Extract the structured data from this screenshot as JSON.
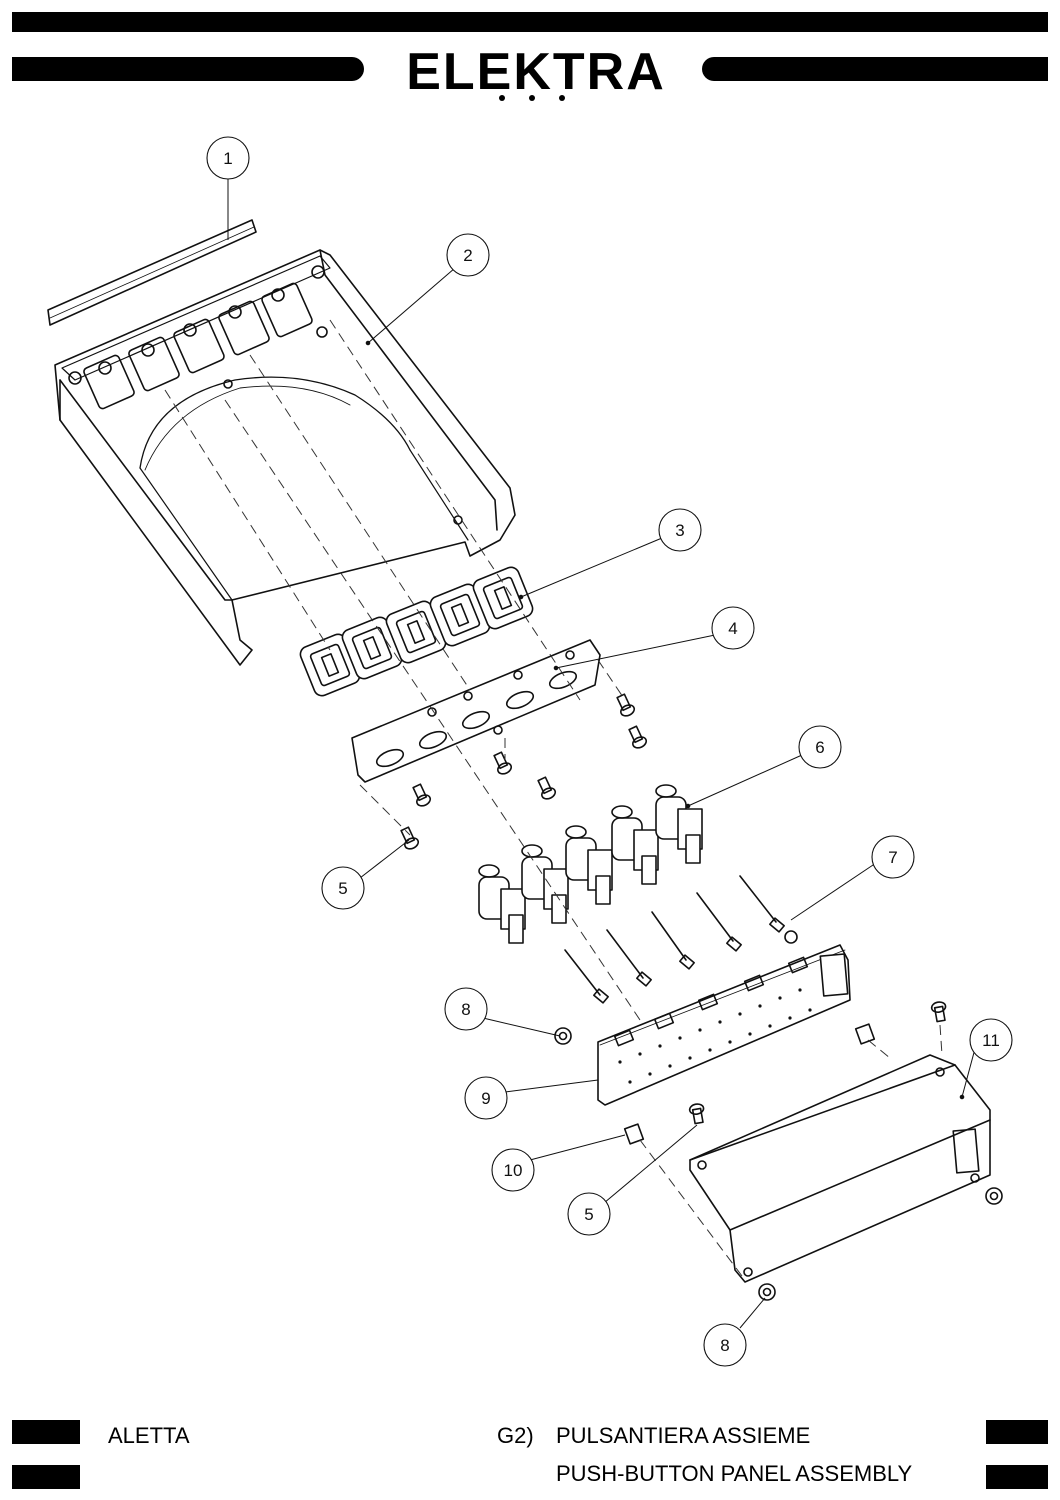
{
  "brand": {
    "name": "ELEKTRA"
  },
  "callouts": [
    {
      "id": "1",
      "label": "1"
    },
    {
      "id": "2",
      "label": "2"
    },
    {
      "id": "3",
      "label": "3"
    },
    {
      "id": "4",
      "label": "4"
    },
    {
      "id": "5a",
      "label": "5"
    },
    {
      "id": "6",
      "label": "6"
    },
    {
      "id": "7",
      "label": "7"
    },
    {
      "id": "8a",
      "label": "8"
    },
    {
      "id": "9",
      "label": "9"
    },
    {
      "id": "10",
      "label": "10"
    },
    {
      "id": "5b",
      "label": "5"
    },
    {
      "id": "11",
      "label": "11"
    },
    {
      "id": "8b",
      "label": "8"
    }
  ],
  "footer": {
    "model": "ALETTA",
    "code": "G2)",
    "title_it": "PULSANTIERA ASSIEME",
    "title_en": "PUSH-BUTTON PANEL ASSEMBLY"
  }
}
